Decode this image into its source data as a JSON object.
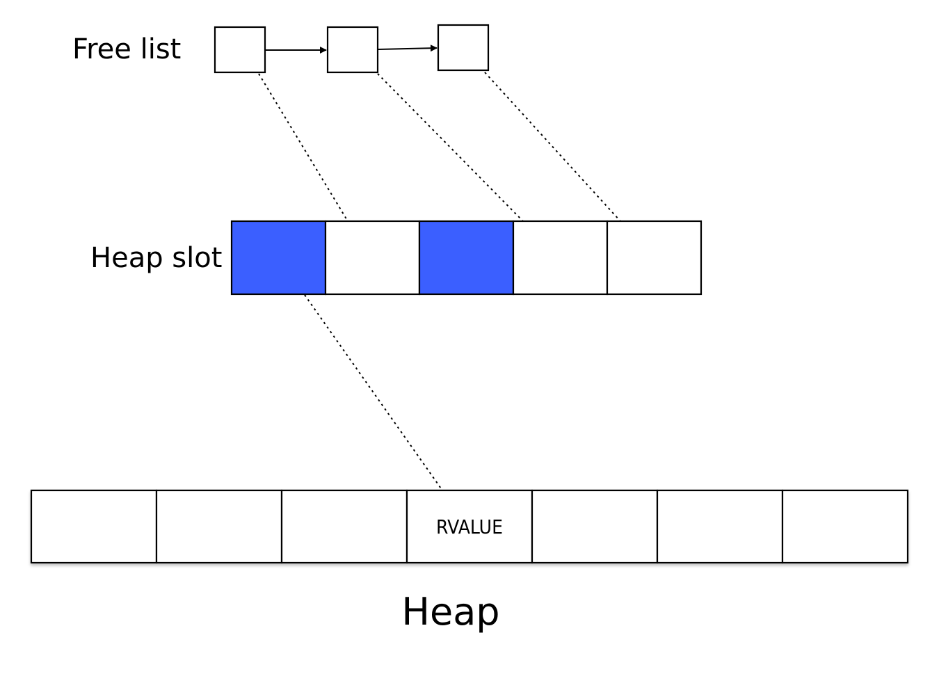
{
  "labels": {
    "free_list": "Free list",
    "heap_slot": "Heap slot",
    "heap": "Heap",
    "rvalue": "RVALUE"
  },
  "colors": {
    "used_slot": "#3b5fff",
    "free_slot": "#ffffff",
    "stroke": "#000000"
  },
  "free_list": {
    "node_count": 3
  },
  "heap_slots": {
    "cells": [
      {
        "state": "used"
      },
      {
        "state": "free"
      },
      {
        "state": "used"
      },
      {
        "state": "free"
      },
      {
        "state": "free"
      }
    ]
  },
  "heap": {
    "cell_count": 7,
    "rvalue_cell": 3
  }
}
